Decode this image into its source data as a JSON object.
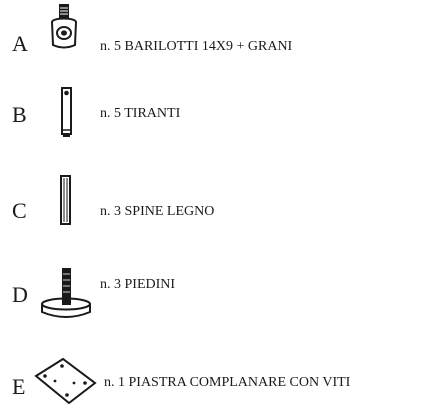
{
  "parts": [
    {
      "letter": "A",
      "description": "n. 5 BARILOTTI 14X9 + GRANI",
      "icon": "barrel-nut-with-grub-screw-icon"
    },
    {
      "letter": "B",
      "description": "n. 5 TIRANTI",
      "icon": "tie-rod-icon"
    },
    {
      "letter": "C",
      "description": "n. 3 SPINE LEGNO",
      "icon": "wooden-dowel-icon"
    },
    {
      "letter": "D",
      "description": "n. 3 PIEDINI",
      "icon": "adjustable-foot-icon"
    },
    {
      "letter": "E",
      "description": "n. 1 PIASTRA COMPLANARE CON VITI",
      "icon": "coplanar-plate-icon"
    }
  ],
  "colors": {
    "ink": "#1a1a1a",
    "background": "#ffffff"
  }
}
